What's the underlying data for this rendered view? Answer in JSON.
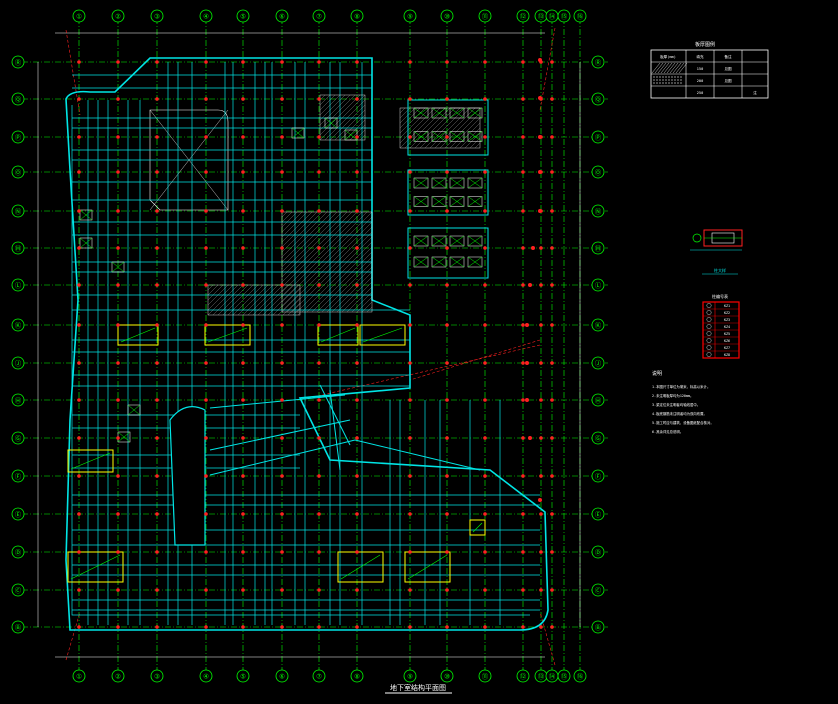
{
  "drawing": {
    "background": "#000000",
    "colors": {
      "axis": "#00ff00",
      "structure": "#00e5e5",
      "column": "#ff2020",
      "hatch": "#ffffff",
      "highlight": "#ffff00",
      "dim": "#ffffff",
      "legend_border": "#ff0000"
    },
    "col_axes": [
      "①",
      "②",
      "③",
      "④",
      "⑤",
      "⑥",
      "⑦",
      "⑧",
      "⑨",
      "⑩",
      "⑪",
      "⑫",
      "⑬",
      "⑭",
      "⑮",
      "⑯"
    ],
    "row_axes": [
      "Ⓡ",
      "Ⓠ",
      "Ⓟ",
      "Ⓞ",
      "Ⓝ",
      "Ⓜ",
      "Ⓛ",
      "Ⓚ",
      "Ⓙ",
      "Ⓗ",
      "Ⓖ",
      "Ⓕ",
      "Ⓔ",
      "Ⓓ",
      "Ⓒ",
      "Ⓑ"
    ],
    "title": "地下室结构平面图",
    "legend": {
      "title": "板厚图例",
      "headers": [
        "板厚(mm)",
        "填充",
        "备注"
      ],
      "rows": [
        [
          "150",
          "hatch-diag",
          "见图"
        ],
        [
          "200",
          "hatch-dot",
          "见图"
        ],
        [
          "250",
          "none",
          "注"
        ]
      ]
    },
    "detail_label": "柱大样",
    "schedule": {
      "title": "柱编号表",
      "rows": [
        "KZ1",
        "KZ2",
        "KZ3",
        "KZ4",
        "KZ5",
        "KZ6",
        "KZ7",
        "KZ8"
      ]
    },
    "notes": {
      "title": "说明",
      "lines": [
        "1.本图尺寸单位为毫米，标高以米计。",
        "2.未注明板厚均为120mm。",
        "3.梁定位未注明者均轴线居中。",
        "4.板底钢筋未注明者均为双向布置。",
        "5.施工时应与建筑、设备图纸配合核对。",
        "6.其余详见总说明。"
      ]
    }
  }
}
